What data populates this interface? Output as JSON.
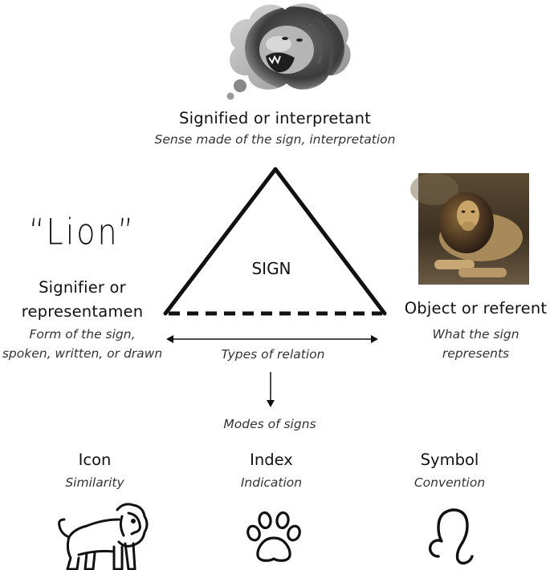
{
  "signified": {
    "title": "Signified or interpretant",
    "subtitle": "Sense made of the sign, interpretation"
  },
  "sign_label": "SIGN",
  "signifier": {
    "quote": "“Lion”",
    "title_line1": "Signifier or",
    "title_line2": "representamen",
    "subtitle_line1": "Form of the sign,",
    "subtitle_line2": "spoken, written, or drawn"
  },
  "object": {
    "title": "Object or referent",
    "subtitle_line1": "What the sign",
    "subtitle_line2": "represents"
  },
  "relation_label": "Types of relation",
  "modes_label": "Modes of signs",
  "modes": [
    {
      "title": "Icon",
      "subtitle": "Similarity",
      "icon": "lion-outline-icon"
    },
    {
      "title": "Index",
      "subtitle": "Indication",
      "icon": "paw-print-icon"
    },
    {
      "title": "Symbol",
      "subtitle": "Convention",
      "icon": "leo-zodiac-icon"
    }
  ],
  "colors": {
    "line": "#111111",
    "subtitle": "#333333"
  }
}
